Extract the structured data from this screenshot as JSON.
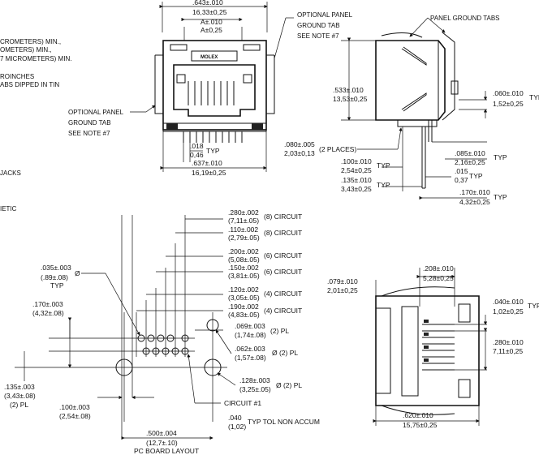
{
  "notes": {
    "n1": "CROMETERS) MIN.,",
    "n2": "OMETERS) MIN.,",
    "n3": "7 MICROMETERS) MIN.",
    "n4": "ROINCHES",
    "n5": "ABS DIPPED IN TIN",
    "n6": "JACKS",
    "n7": "IETIC"
  },
  "front_view": {
    "dim_top_in": ".643±.010",
    "dim_top_mm": "16,33±0,25",
    "dim_a_mid": "A±.010",
    "dim_a_low": "A±0,25",
    "logo": "MOLEX",
    "panel_note_1": "OPTIONAL PANEL",
    "panel_note_2": "GROUND TAB",
    "panel_note_3": "SEE NOTE #7",
    "left_note_1": "OPTIONAL PANEL",
    "left_note_2": "GROUND TAB",
    "left_note_3": "SEE NOTE #7",
    "pin_in": ".018",
    "pin_mm": "0,46",
    "pin_typ": "TYP",
    "width_in": ".637±.010",
    "width_mm": "16,19±0,25"
  },
  "side_view": {
    "panel_tabs": "PANEL GROUND TABS",
    "height_in": ".533±.010",
    "height_mm": "13,53±0,25",
    "tab_in": ".060±.010",
    "tab_mm": "1,52±0,25",
    "tab_typ": "TYP",
    "post_in": ".080±.005",
    "post_mm": "2,03±0,13",
    "post_note": "(2 PLACES)",
    "a_in": ".100±.010",
    "a_mm": "2,54±0,25",
    "a_typ": "TYP",
    "b_in": ".135±.010",
    "b_mm": "3,43±0,25",
    "b_typ": "TYP",
    "c_in": ".085±.010",
    "c_mm": "2,16±0,25",
    "c_typ": "TYP",
    "d_in": ".015",
    "d_mm": "0,37",
    "d_typ": "TYP",
    "e_in": ".170±.010",
    "e_mm": "4,32±0,25",
    "e_typ": "TYP"
  },
  "pcb_layout": {
    "r1_in": ".280±.002",
    "r1_mm": "(7,11±.05)",
    "r1_lbl": "(8)  CIRCUIT",
    "r2_in": ".110±.002",
    "r2_mm": "(2,79±.05)",
    "r2_lbl": "(8)  CIRCUIT",
    "r3_in": ".200±.002",
    "r3_mm": "(5,08±.05)",
    "r3_lbl": "(6)  CIRCUIT",
    "r4_in": ".150±.002",
    "r4_mm": "(3,81±.05)",
    "r4_lbl": "(6)  CIRCUIT",
    "r5_in": ".120±.002",
    "r5_mm": "(3,05±.05)",
    "r5_lbl": "(4)  CIRCUIT",
    "r6_in": ".190±.002",
    "r6_mm": "(4,83±.05)",
    "r6_lbl": "(4)  CIRCUIT",
    "r7_in": ".069±.003",
    "r7_mm": "(1,74±.08)",
    "r7_lbl": "(2)  PL",
    "r8_in": ".062±.003",
    "r8_mm": "(1,57±.08)",
    "r8_lbl": "Ø (2)  PL",
    "r9_in": ".128±.003",
    "r9_mm": "(3,25±.05)",
    "r9_lbl": "Ø (2)  PL",
    "circuit1": "CIRCUIT #1",
    "tol_in": ".040",
    "tol_mm": "(1,02)",
    "tol_lbl": "TYP TOL NON ACCUM",
    "hole_in": ".035±.003",
    "hole_mm": "(.89±.08)",
    "hole_typ": "TYP",
    "hole_sym": "Ø",
    "l1_in": ".170±.003",
    "l1_mm": "(4,32±.08)",
    "l2_in": ".135±.003",
    "l2_mm": "(3,43±.08)",
    "l2_pl": "(2)  PL",
    "l3_in": ".100±.003",
    "l3_mm": "(2,54±.08)",
    "w_in": ".500±.004",
    "w_mm": "(12,7±.10)",
    "caption": "PC BOARD LAYOUT"
  },
  "bottom_view": {
    "a_in": ".079±.010",
    "a_mm": "2,01±0,25",
    "b_in": ".208±.010",
    "b_mm": "5,28±0,25",
    "c_in": ".040±.010",
    "c_mm": "1,02±0,25",
    "c_typ": "TYP",
    "d_in": ".280±.010",
    "d_mm": "7,11±0,25",
    "e_in": ".620±.010",
    "e_mm": "15,75±0,25"
  }
}
